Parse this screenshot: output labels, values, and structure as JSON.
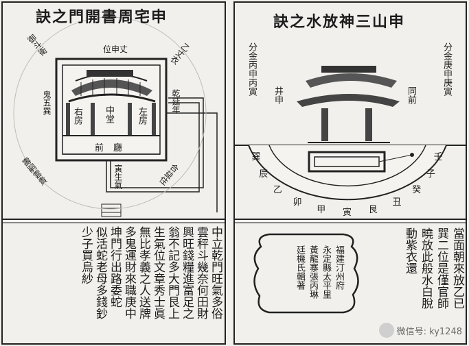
{
  "left": {
    "title": "訣之門開書周宅申",
    "labels": {
      "tr_a": "乙丈衣",
      "tr_b": "位申丈",
      "left_top": "御斗衛",
      "left_mid": "鬼五巽",
      "left_low": "壽嗣雲貴",
      "right_a": "乾延年",
      "right_b": "合益住",
      "hall_r": "右房",
      "hall_c": "中堂",
      "hall_l": "左房",
      "front": "前廳",
      "gate": "寅生氣"
    },
    "text_cols": [
      "中立乾門旺氣多俗",
      "雲秤斗幾奈何田財",
      "興旺錢糧進富足之",
      "翁不記多大門艮上",
      "生氣位文章秀士眞",
      "無比孝義之人送牌",
      "多鬼運財來職庚中",
      "坤門行出路委蛇",
      "似活蛇老母多錢鈔",
      "少子買烏紗"
    ]
  },
  "right": {
    "title": "訣之水放神三山申",
    "labels": {
      "left_top": "分金丙申丙寅",
      "left_gate": "井申",
      "right_top": "分金庚申庚寅",
      "right_gate": "同前"
    },
    "dial": [
      "巽",
      "辰",
      "乙",
      "卯",
      "甲",
      "寅",
      "艮",
      "丑",
      "癸",
      "子",
      "壬"
    ],
    "text_cols": [
      "當面朝來放乙已",
      "巽二位是僅官師",
      "曉放此般水白脫",
      "動紫衣還"
    ],
    "cartouche": [
      "福建汀州府",
      "永定縣太平里",
      "黃龍寨張丙琳",
      "廷機氏輯著"
    ]
  },
  "watermark": "微信号: ky1248"
}
